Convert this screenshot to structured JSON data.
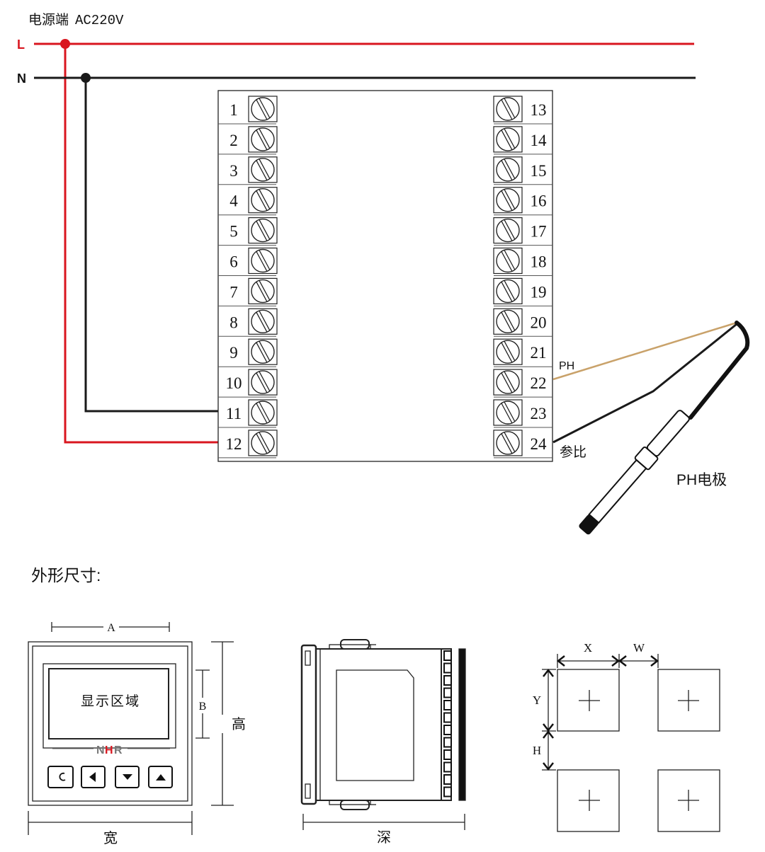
{
  "power": {
    "title": "电源端",
    "voltage": "AC220V",
    "line_label": "L",
    "neutral_label": "N",
    "line_color": "#d9161f",
    "neutral_color": "#1a1a1a"
  },
  "terminals": {
    "left": [
      "1",
      "2",
      "3",
      "4",
      "5",
      "6",
      "7",
      "8",
      "9",
      "10",
      "11",
      "12"
    ],
    "right": [
      "13",
      "14",
      "15",
      "16",
      "17",
      "18",
      "19",
      "20",
      "21",
      "22",
      "23",
      "24"
    ]
  },
  "probe": {
    "ph_label": "PH",
    "ref_label": "参比",
    "name": "PH电极",
    "ph_wire_color": "#c9a26a"
  },
  "dimensions": {
    "title": "外形尺寸:",
    "front": {
      "width_letter": "A",
      "height_letter": "B",
      "display_label": "显示区域",
      "brand_n": "N",
      "brand_h": "H",
      "brand_r": "R",
      "tall_label": "高",
      "wide_label": "宽",
      "brand_accent": "#d9161f"
    },
    "side": {
      "depth_label": "深"
    },
    "cutout": {
      "x_label": "X",
      "w_label": "W",
      "y_label": "Y",
      "h_label": "H"
    }
  }
}
